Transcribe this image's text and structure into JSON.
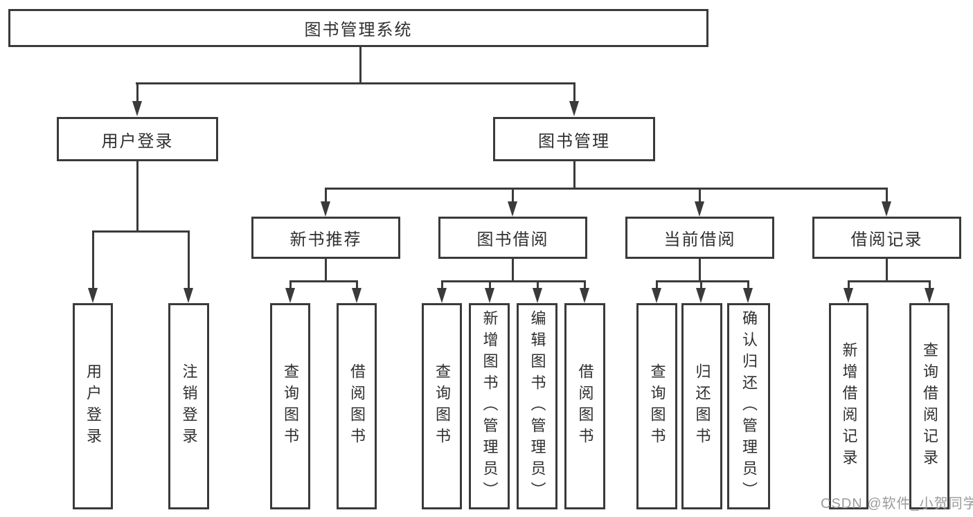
{
  "diagram": {
    "title": "图书管理系统",
    "root": {
      "label": "图书管理系统"
    },
    "level2": [
      {
        "id": "user-login",
        "label": "用户登录"
      },
      {
        "id": "book-management",
        "label": "图书管理"
      }
    ],
    "level3": [
      {
        "id": "new-book-recommend",
        "label": "新书推荐"
      },
      {
        "id": "book-borrow",
        "label": "图书借阅"
      },
      {
        "id": "current-borrow",
        "label": "当前借阅"
      },
      {
        "id": "borrow-records",
        "label": "借阅记录"
      }
    ],
    "leaves": [
      {
        "id": "user-login-leaf",
        "parent": "user-login",
        "label": "用户登录"
      },
      {
        "id": "logout",
        "parent": "user-login",
        "label": "注销登录"
      },
      {
        "id": "query-books-recommend",
        "parent": "new-book-recommend",
        "label": "查询图书"
      },
      {
        "id": "borrow-books-recommend",
        "parent": "new-book-recommend",
        "label": "借阅图书"
      },
      {
        "id": "query-books-borrow",
        "parent": "book-borrow",
        "label": "查询图书"
      },
      {
        "id": "add-books-admin",
        "parent": "book-borrow",
        "label": "新增图书（管理员）"
      },
      {
        "id": "edit-books-admin",
        "parent": "book-borrow",
        "label": "编辑图书（管理员）"
      },
      {
        "id": "borrow-books",
        "parent": "book-borrow",
        "label": "借阅图书"
      },
      {
        "id": "query-books-current",
        "parent": "current-borrow",
        "label": "查询图书"
      },
      {
        "id": "return-books",
        "parent": "current-borrow",
        "label": "归还图书"
      },
      {
        "id": "confirm-return-admin",
        "parent": "current-borrow",
        "label": "确认归还（管理员）"
      },
      {
        "id": "add-borrow-record",
        "parent": "borrow-records",
        "label": "新增借阅记录"
      },
      {
        "id": "query-borrow-record",
        "parent": "borrow-records",
        "label": "查询借阅记录"
      }
    ],
    "watermark": "CSDN @软件_小贺同学",
    "colors": {
      "line": "#3a3a3a",
      "text": "#2f2f2f",
      "watermark": "#9b9b9b",
      "background": "#ffffff"
    }
  }
}
